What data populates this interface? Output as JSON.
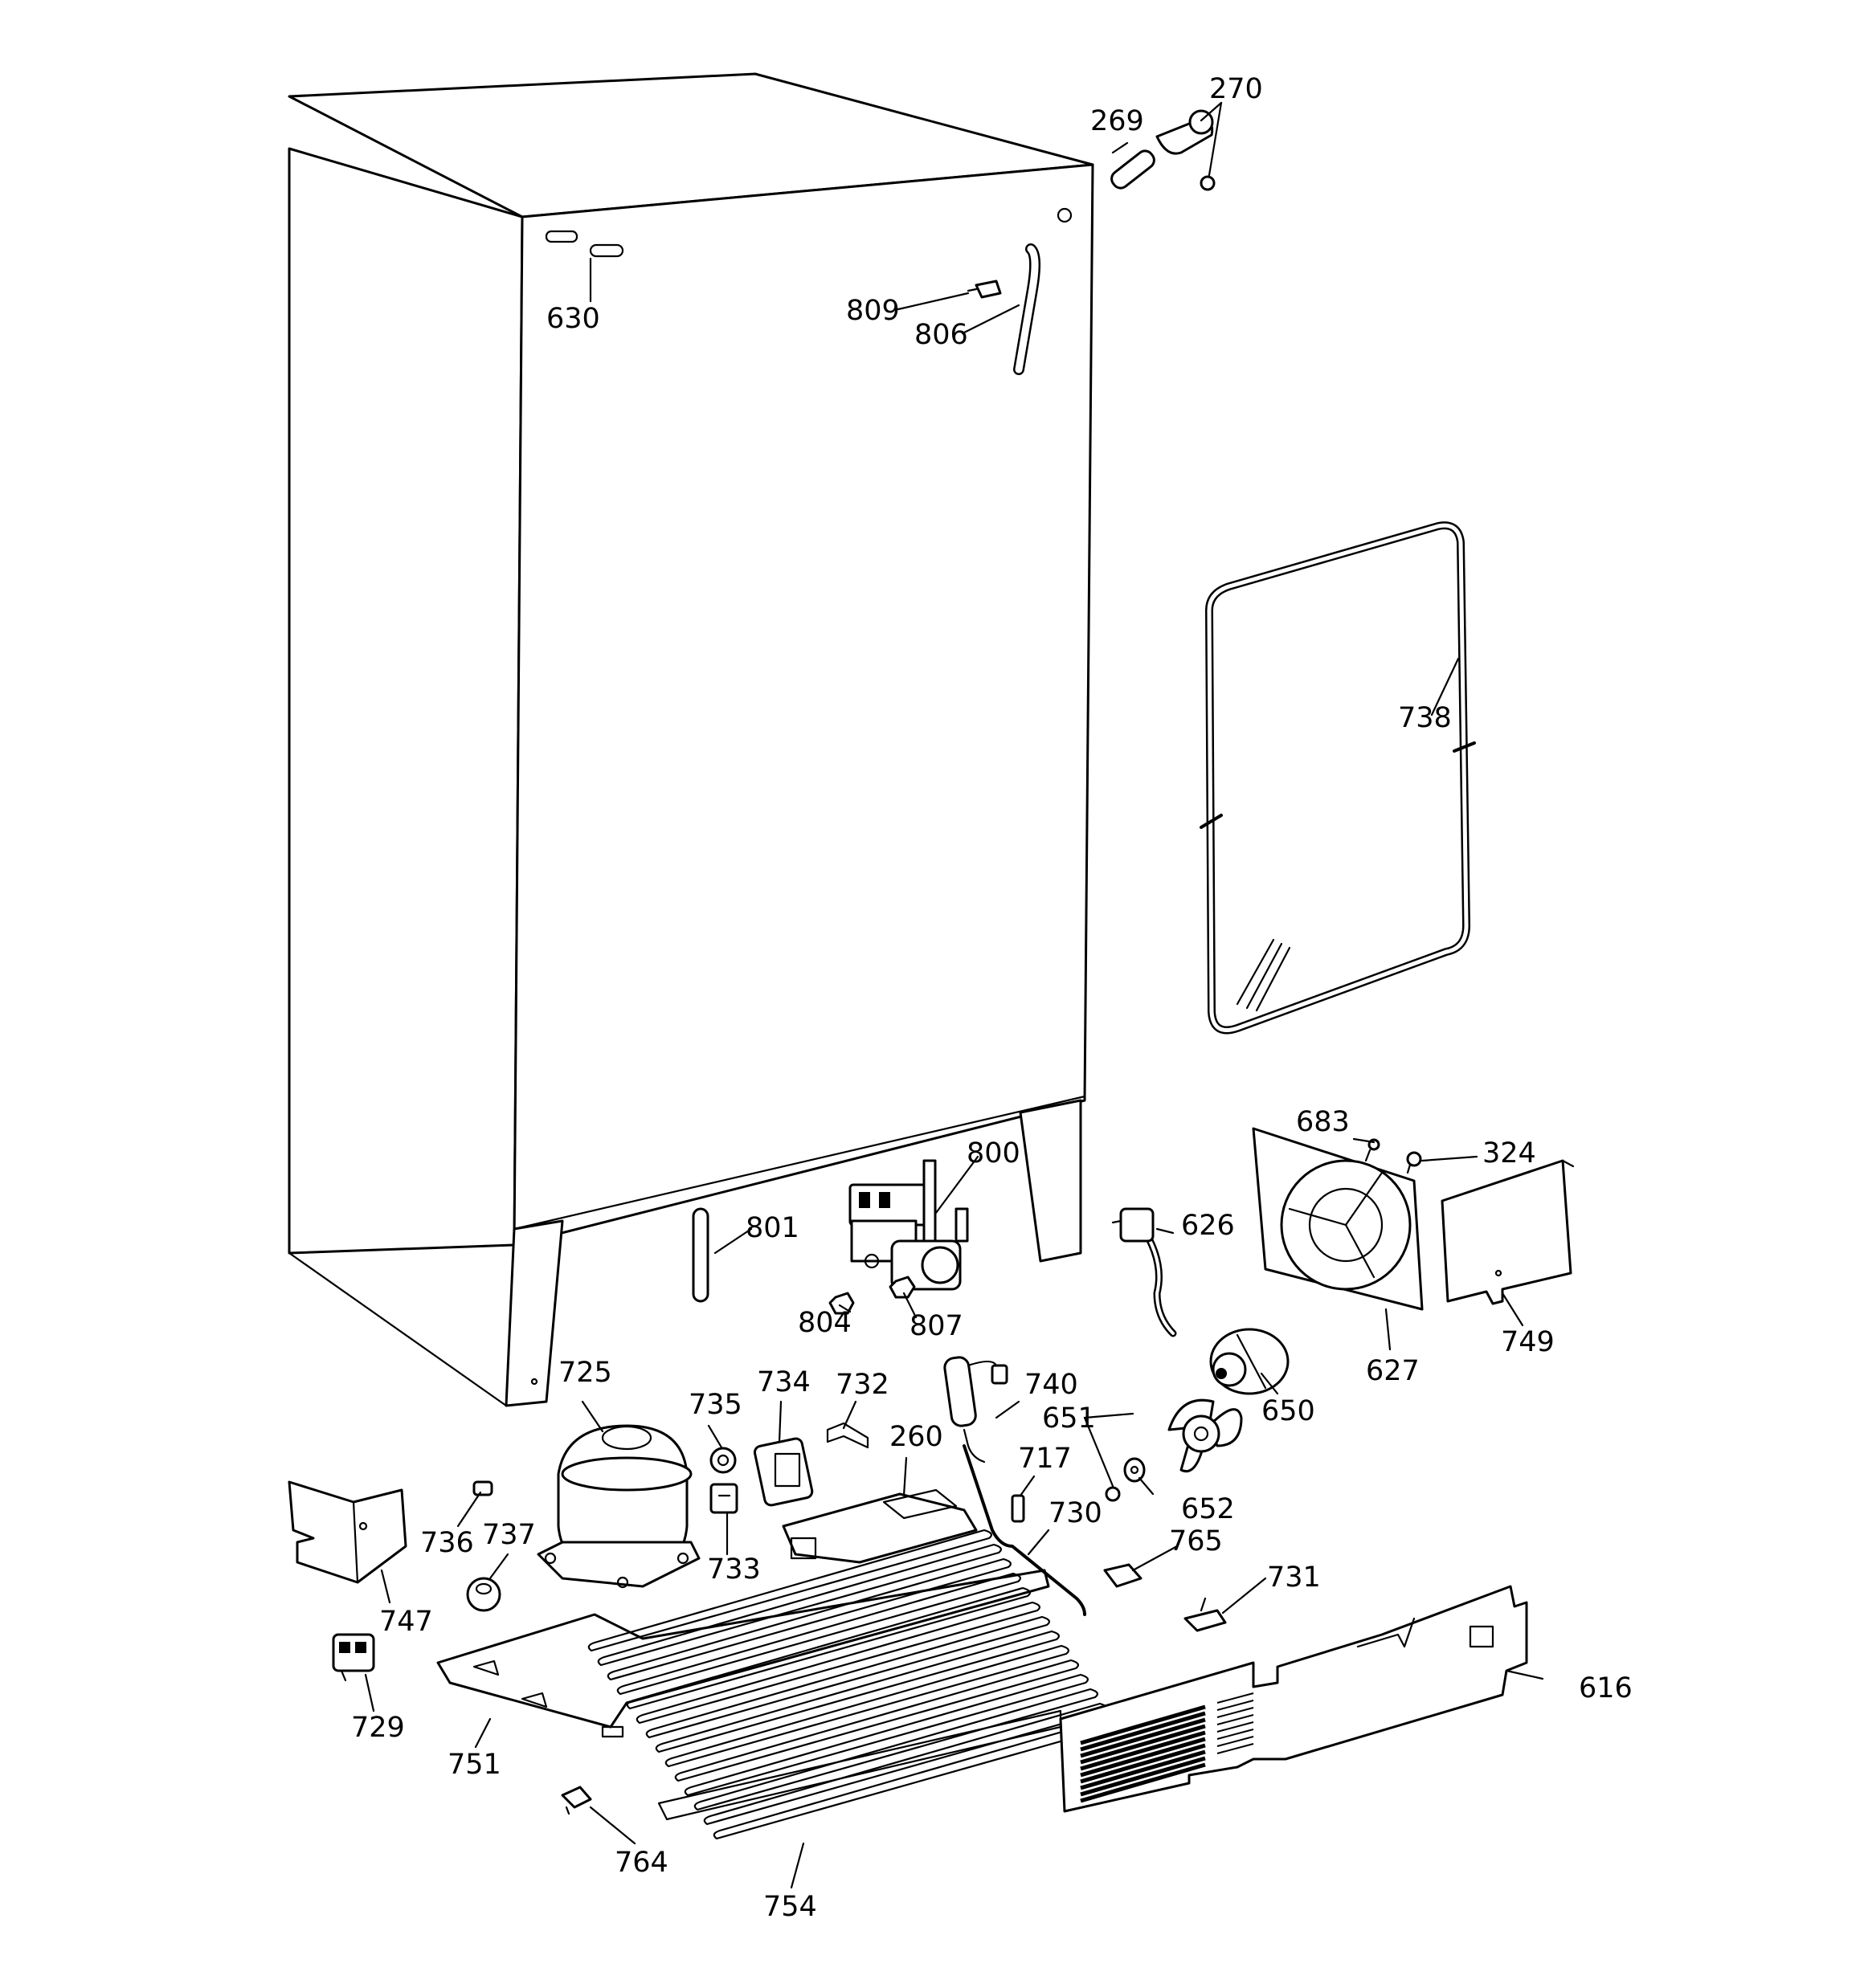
{
  "callouts": {
    "c269": "269",
    "c270": "270",
    "c630": "630",
    "c809": "809",
    "c806": "806",
    "c738": "738",
    "c683": "683",
    "c324": "324",
    "c800": "800",
    "c801": "801",
    "c626": "626",
    "c804": "804",
    "c807": "807",
    "c749": "749",
    "c627": "627",
    "c650": "650",
    "c725": "725",
    "c735": "735",
    "c734": "734",
    "c732": "732",
    "c740": "740",
    "c651": "651",
    "c260": "260",
    "c717": "717",
    "c652": "652",
    "c736": "736",
    "c737": "737",
    "c733": "733",
    "c730": "730",
    "c765": "765",
    "c747": "747",
    "c731": "731",
    "c616": "616",
    "c729": "729",
    "c751": "751",
    "c764": "764",
    "c754": "754"
  },
  "colors": {
    "line": "#000000",
    "background": "#ffffff"
  }
}
